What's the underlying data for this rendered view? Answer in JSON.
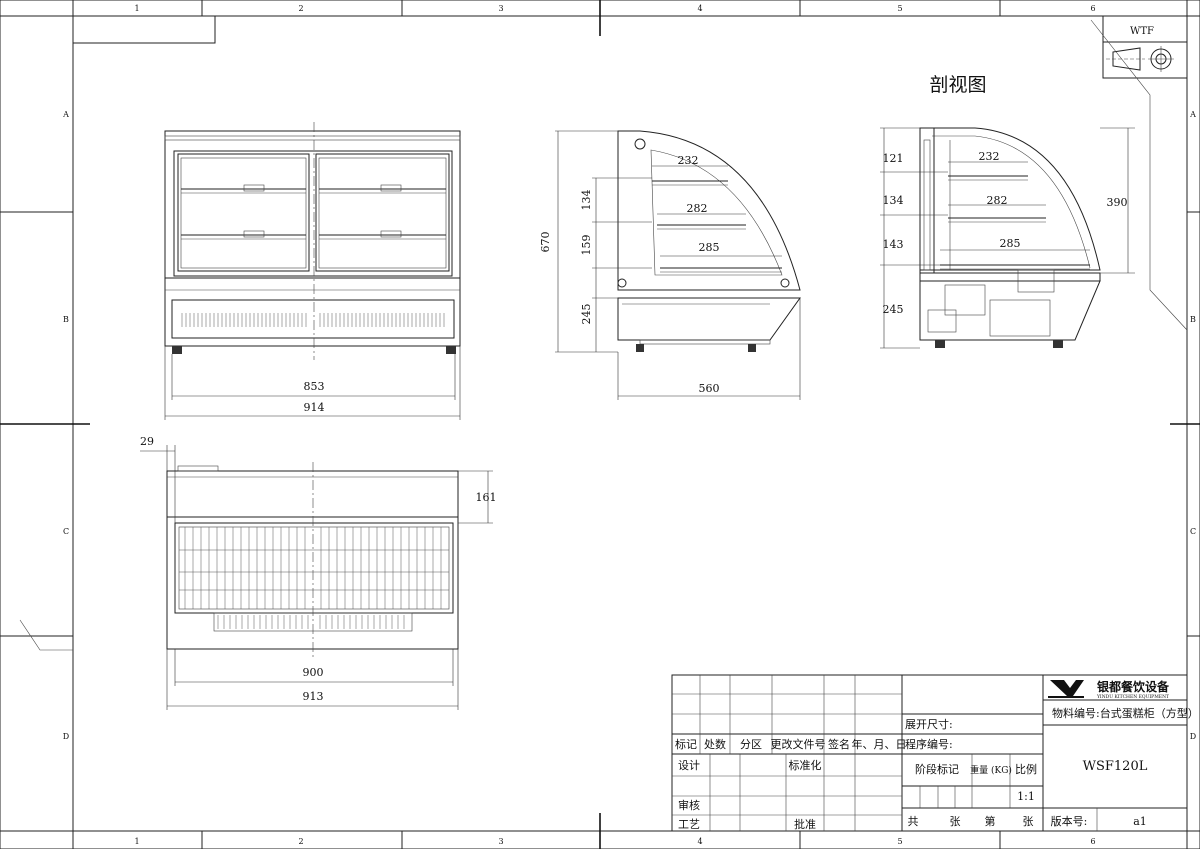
{
  "frame": {
    "columns": [
      "1",
      "2",
      "3",
      "4",
      "5",
      "6"
    ],
    "rows": [
      "A",
      "B",
      "C",
      "D"
    ],
    "projection_code": "WTF"
  },
  "section_title": "剖视图",
  "front_view": {
    "inner_width": "853",
    "outer_width": "914"
  },
  "side_view": {
    "total_height": "670",
    "tier_top": "134",
    "tier_mid": "159",
    "base_height": "245",
    "depth": "560",
    "shelf_top": "232",
    "shelf_mid": "282",
    "shelf_bottom": "285"
  },
  "section_view": {
    "tier_1": "121",
    "tier_2": "134",
    "tier_3": "143",
    "base_height": "245",
    "glass_height": "390",
    "shelf_top": "232",
    "shelf_mid": "282",
    "shelf_bottom": "285"
  },
  "rear_view": {
    "offset": "29",
    "top_height": "161",
    "inner_width": "900",
    "outer_width": "913"
  },
  "title_block": {
    "company": "银都餐饮设备",
    "company_en": "YINDU KITCHEN EQUIPMENT",
    "material_label": "物料编号:台式蛋糕柜（方型）",
    "unfold_size": "展开尺寸:",
    "program_no": "程序编号:",
    "model": "WSF120L",
    "headers": [
      "标记",
      "处数",
      "分区",
      "更改文件号",
      "签名",
      "年、月、日"
    ],
    "design": "设计",
    "standardize": "标准化",
    "review": "审核",
    "process": "工艺",
    "approve": "批准",
    "stage_mark": "阶段标记",
    "weight": "重量 (KG)",
    "ratio_label": "比例",
    "ratio": "1:1",
    "total": "共",
    "sheets": "张",
    "sheet_no": "第",
    "sheet_unit": "张",
    "version_label": "版本号:",
    "version": "a1"
  }
}
